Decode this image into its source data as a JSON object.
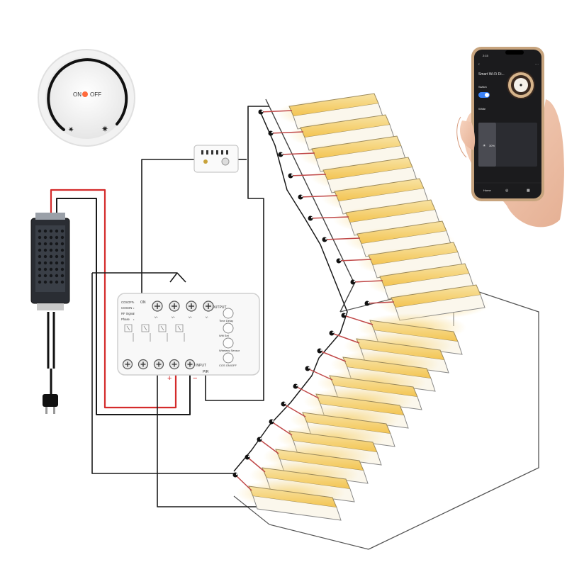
{
  "dimmer": {
    "on_label": "ON",
    "off_label": "OFF"
  },
  "controller": {
    "output_label": "OUTPUT",
    "input_label": "INPUT",
    "on_label": "ON",
    "pir_label": "PIR",
    "mode_labels": [
      "COSOFF",
      "COSON",
      "RF Signal",
      "Phase"
    ],
    "button_labels": [
      "Time Delay",
      "Wifi Set",
      "Wireless Sensor",
      "COS ON/OFF"
    ],
    "channel_labels": [
      "V+",
      "V+",
      "V+",
      "V-"
    ],
    "plus_sign": "+",
    "minus_sign": "−"
  },
  "phone": {
    "status_time": "2:15",
    "app_title": "Smart  Wi-Fi Di...",
    "switch_label": "Switch",
    "white_label": "White",
    "brightness_text": "30%",
    "brightness_fraction": 0.3,
    "nav_home": "Home"
  },
  "colors": {
    "led_glow": "#f3c451",
    "wire_red": "#d42b2b",
    "wire_black": "#1a1a1a",
    "app_accent": "#3b82f6"
  }
}
